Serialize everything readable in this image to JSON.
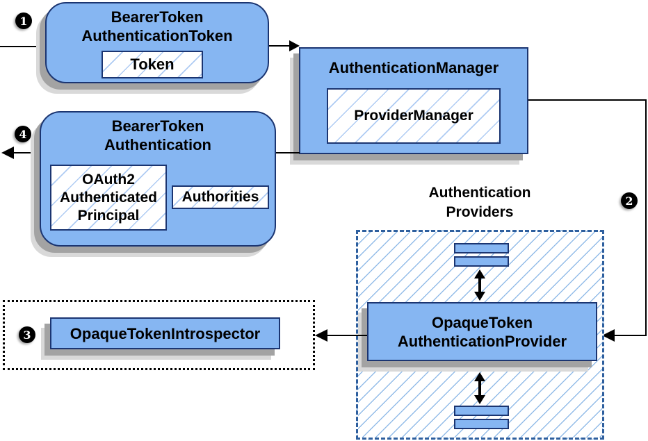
{
  "colors": {
    "node_fill": "#86b6f2",
    "node_border": "#1b3571",
    "hatch_line": "#aecbf3",
    "container_hatch_line": "#93bce8",
    "dashed_border": "#2e5f9e",
    "shadow_dark": "#a3a3a3",
    "shadow_light": "#d9d9d9",
    "arrow": "#000000",
    "badge_bg": "#000000",
    "badge_text": "#ffffff"
  },
  "nodes": {
    "bearer_token_authentication_token": {
      "title": "BearerToken\nAuthenticationToken",
      "token": "Token"
    },
    "authentication_manager": {
      "title": "AuthenticationManager",
      "provider_manager": "ProviderManager"
    },
    "bearer_token_authentication": {
      "title": "BearerToken\nAuthentication",
      "principal": "OAuth2\nAuthenticated\nPrincipal",
      "authorities": "Authorities"
    },
    "opaque_token_authentication_provider": {
      "title": "OpaqueToken\nAuthenticationProvider"
    },
    "opaque_token_introspector": {
      "title": "OpaqueTokenIntrospector"
    }
  },
  "labels": {
    "authentication_providers": "Authentication\nProviders"
  },
  "badges": {
    "step_1": "1",
    "step_2": "2",
    "step_3": "3",
    "step_4": "4"
  }
}
